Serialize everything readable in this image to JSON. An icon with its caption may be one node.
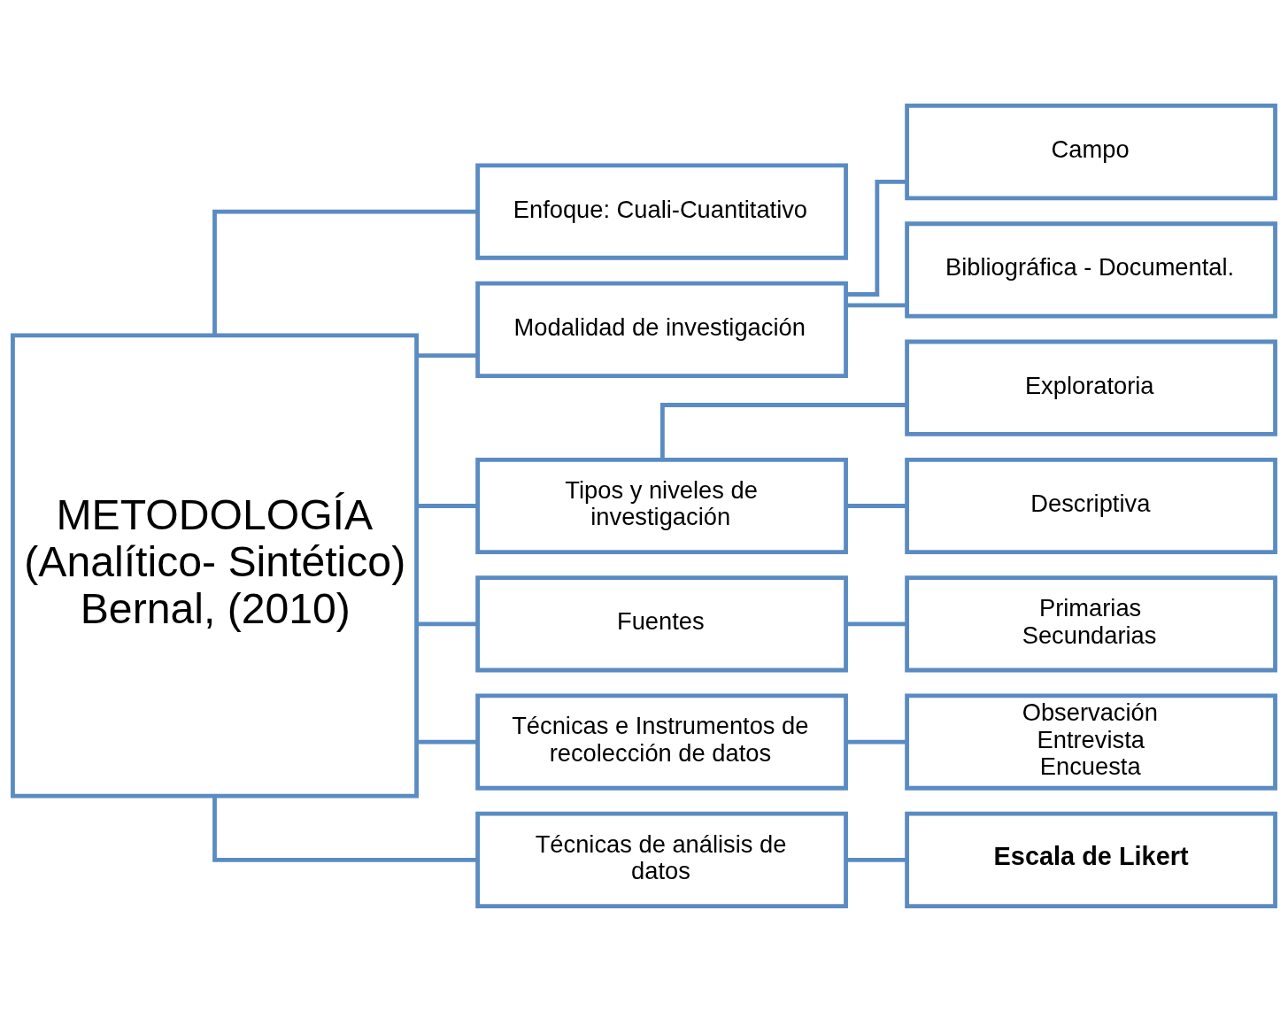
{
  "diagram": {
    "nodes": [
      {
        "text": [
          "METODOLOGÍA (Analítico- Sintético) Bernal, (2010)"
        ]
      },
      {
        "text": [
          "Enfoque: Cuali-Cuantitativo"
        ]
      },
      {
        "text": [
          "Modalidad de investigación"
        ]
      },
      {
        "text": [
          "Campo"
        ]
      },
      {
        "text": [
          "Bibliográfica - Documental."
        ]
      },
      {
        "text": [
          "Tipos y niveles de investigación"
        ]
      },
      {
        "text": [
          "Exploratoria"
        ]
      },
      {
        "text": [
          "Descriptiva"
        ]
      },
      {
        "text": [
          "Fuentes"
        ]
      },
      {
        "text": [
          "Primarias",
          "Secundarias"
        ]
      },
      {
        "text": [
          "Técnicas e Instrumentos de recolección de datos"
        ]
      },
      {
        "text": [
          "Observación",
          "Entrevista",
          "Encuesta"
        ]
      },
      {
        "text": [
          "Técnicas de análisis de datos"
        ]
      },
      {
        "text": [
          "Escala de Likert"
        ]
      }
    ],
    "edges": [
      {
        "from": 0,
        "to": 1,
        "arrow": "none"
      },
      {
        "from": 0,
        "to": 2,
        "arrow": "none"
      },
      {
        "from": 0,
        "to": 5,
        "arrow": "none"
      },
      {
        "from": 0,
        "to": 8,
        "arrow": "none"
      },
      {
        "from": 0,
        "to": 10,
        "arrow": "none"
      },
      {
        "from": 0,
        "to": 12,
        "arrow": "none"
      },
      {
        "from": 2,
        "to": 3,
        "arrow": "none"
      },
      {
        "from": 2,
        "to": 4,
        "arrow": "none"
      },
      {
        "from": 5,
        "to": 6,
        "arrow": "none"
      },
      {
        "from": 5,
        "to": 7,
        "arrow": "none"
      },
      {
        "from": 8,
        "to": 9,
        "arrow": "none"
      },
      {
        "from": 10,
        "to": 11,
        "arrow": "none"
      },
      {
        "from": 12,
        "to": 13,
        "arrow": "none"
      }
    ]
  }
}
